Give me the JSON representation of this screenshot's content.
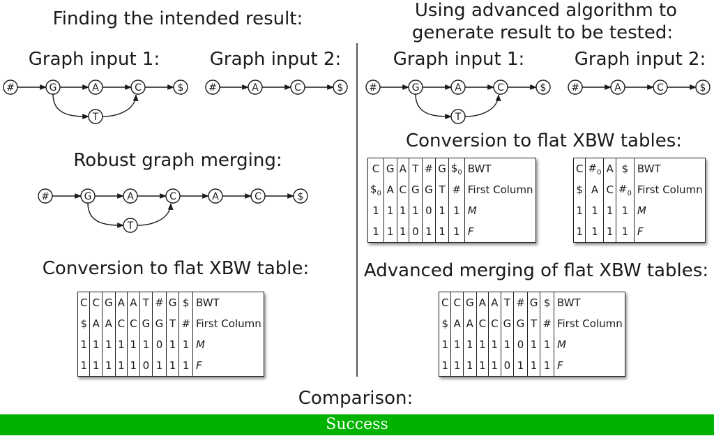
{
  "left": {
    "heading": "Finding the intended result:",
    "graph1_title": "Graph input 1:",
    "graph2_title": "Graph input 2:",
    "merge_title": "Robust graph merging:",
    "xbw_title": "Conversion to flat XBW table:",
    "graph1": {
      "nodes": [
        "#",
        "G",
        "A",
        "C",
        "$",
        "T"
      ]
    },
    "graph2": {
      "nodes": [
        "#",
        "A",
        "C",
        "$"
      ]
    },
    "merged": {
      "nodes": [
        "#",
        "G",
        "A",
        "C",
        "A",
        "C",
        "$",
        "T"
      ]
    },
    "table": {
      "bwt": [
        "C",
        "C",
        "G",
        "A",
        "A",
        "T",
        "#",
        "G",
        "$"
      ],
      "first": [
        "$",
        "A",
        "A",
        "C",
        "C",
        "G",
        "G",
        "T",
        "#"
      ],
      "m": [
        "1",
        "1",
        "1",
        "1",
        "1",
        "1",
        "0",
        "1",
        "1"
      ],
      "f": [
        "1",
        "1",
        "1",
        "1",
        "1",
        "0",
        "1",
        "1",
        "1"
      ],
      "labels": [
        "BWT",
        "First Column",
        "M",
        "F"
      ]
    }
  },
  "right": {
    "heading_line1": "Using advanced algorithm to",
    "heading_line2": "generate result to be tested:",
    "graph1_title": "Graph input 1:",
    "graph2_title": "Graph input 2:",
    "graph1": {
      "nodes": [
        "#",
        "G",
        "A",
        "C",
        "$",
        "T"
      ]
    },
    "graph2": {
      "nodes": [
        "#",
        "A",
        "C",
        "$"
      ]
    },
    "xbw_title": "Conversion to flat XBW tables:",
    "table1": {
      "bwt": [
        "C",
        "G",
        "A",
        "T",
        "#",
        "G",
        "$0"
      ],
      "first": [
        "$0",
        "A",
        "C",
        "G",
        "G",
        "T",
        "#"
      ],
      "m": [
        "1",
        "1",
        "1",
        "1",
        "0",
        "1",
        "1"
      ],
      "f": [
        "1",
        "1",
        "1",
        "0",
        "1",
        "1",
        "1"
      ],
      "labels": [
        "BWT",
        "First Column",
        "M",
        "F"
      ]
    },
    "table2": {
      "bwt": [
        "C",
        "#0",
        "A",
        "$"
      ],
      "first": [
        "$",
        "A",
        "C",
        "#0"
      ],
      "m": [
        "1",
        "1",
        "1",
        "1"
      ],
      "f": [
        "1",
        "1",
        "1",
        "1"
      ],
      "labels": [
        "BWT",
        "First Column",
        "M",
        "F"
      ]
    },
    "merge_title": "Advanced merging of flat XBW tables:",
    "table3": {
      "bwt": [
        "C",
        "C",
        "G",
        "A",
        "A",
        "T",
        "#",
        "G",
        "$"
      ],
      "first": [
        "$",
        "A",
        "A",
        "C",
        "C",
        "G",
        "G",
        "T",
        "#"
      ],
      "m": [
        "1",
        "1",
        "1",
        "1",
        "1",
        "1",
        "0",
        "1",
        "1"
      ],
      "f": [
        "1",
        "1",
        "1",
        "1",
        "1",
        "0",
        "1",
        "1",
        "1"
      ],
      "labels": [
        "BWT",
        "First Column",
        "M",
        "F"
      ]
    }
  },
  "comparison_label": "Comparison:",
  "result_label": "Success",
  "colors": {
    "success": "#00b300",
    "line": "#1a1a1a"
  }
}
